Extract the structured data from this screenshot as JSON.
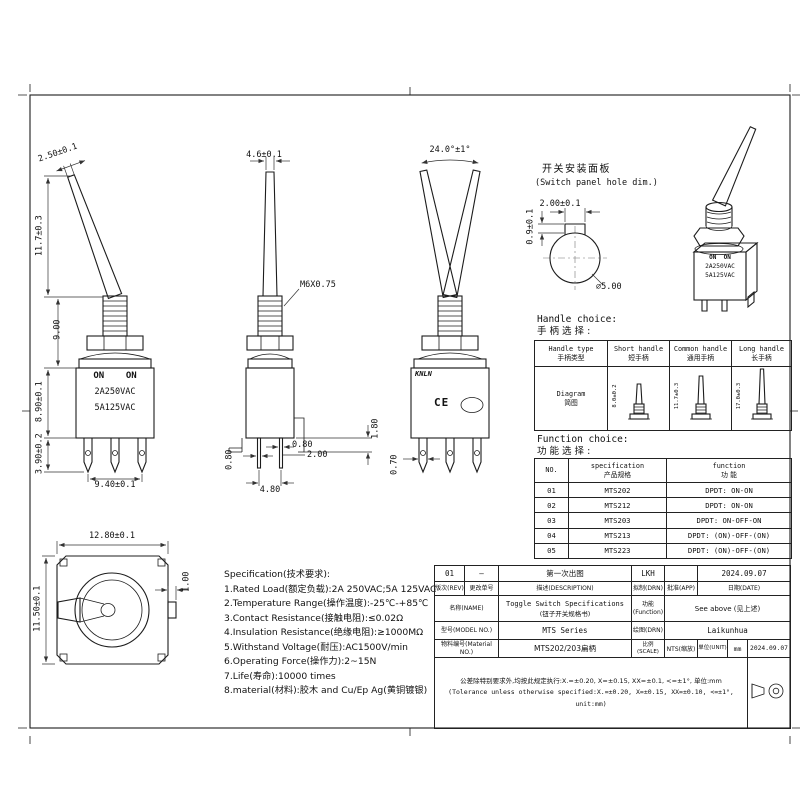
{
  "front_view": {
    "on_on": "ON    ON",
    "rating1": "2A250VAC",
    "rating2": "5A125VAC",
    "dim_handle_width": "2.50±0.1",
    "dim_handle_length": "11.7±0.3",
    "dim_bushing": "9.00",
    "dim_body": "8.90±0.1",
    "dim_pin_length": "3.90±0.2",
    "dim_pin_span": "9.40±0.1"
  },
  "side_view": {
    "dim_handle_thickness": "4.6±0.1",
    "thread_spec": "M6X0.75",
    "dim_pin_a": "0.80",
    "dim_pin_b": "0.80",
    "dim_pin_gap": "2.00",
    "dim_pin_span": "4.80",
    "dim_lug": "1.80"
  },
  "swing_view": {
    "dim_angle": "24.0°±1°",
    "dim_pin": "0.70",
    "brand": "KNLN",
    "ce_mark": "CE"
  },
  "panel_view": {
    "title_cn": "开关安装面板",
    "title_en": "(Switch panel hole dim.)",
    "dim_key_width": "2.00±0.1",
    "dim_key_depth": "0.9±0.1",
    "dim_hole": "⌀5.00"
  },
  "iso_view": {
    "on_on": "ON  ON",
    "rating1": "2A250VAC",
    "rating2": "5A125VAC"
  },
  "top_view": {
    "dim_width": "12.80±0.1",
    "dim_height": "11.50±0.1",
    "dim_tab": "1.00"
  },
  "handle_table": {
    "title_en": "Handle choice:",
    "title_cn": "手 柄 选 择 :",
    "col0_en": "Handle type",
    "col0_cn": "手柄类型",
    "col1_en": "Short handle",
    "col1_cn": "短手柄",
    "col2_en": "Common handle",
    "col2_cn": "通用手柄",
    "col3_en": "Long handle",
    "col3_cn": "长手柄",
    "row_en": "Diagram",
    "row_cn": "简图",
    "dim_short": "8.0±0.2",
    "dim_common": "11.7±0.3",
    "dim_long": "17.0±0.3"
  },
  "function_table": {
    "title_en": "Function choice:",
    "title_cn": "功 能 选 择 :",
    "h_no": "NO.",
    "h_spec_en": "specification",
    "h_spec_cn": "产品规格",
    "h_fn_en": "function",
    "h_fn_cn": "功  能",
    "rows": [
      {
        "no": "01",
        "spec": "MTS202",
        "fn": "DPDT: ON-ON"
      },
      {
        "no": "02",
        "spec": "MTS212",
        "fn": "DPDT: ON-ON"
      },
      {
        "no": "03",
        "spec": "MTS203",
        "fn": "DPDT: ON-OFF-ON"
      },
      {
        "no": "04",
        "spec": "MTS213",
        "fn": "DPDT: (ON)-OFF-(ON)"
      },
      {
        "no": "05",
        "spec": "MTS223",
        "fn": "DPDT: (ON)-OFF-(ON)"
      }
    ]
  },
  "specification": {
    "lines": [
      "Specification(技术要求):",
      "1.Rated Load(额定负载):2A 250VAC;5A 125VAC",
      "2.Temperature Range(操作温度):-25℃-+85℃",
      "3.Contact Resistance(接触电阻):≤0.02Ω",
      "4.Insulation Resistance(绝缘电阻):≥1000MΩ",
      "5.Withstand Voltage(耐压):AC1500V/min",
      "6.Operating Force(操作力):2~15N",
      "7.Life(寿命):10000 times",
      "8.material(材料):胶木 and Cu/Ep Ag(黄铜镀银)"
    ]
  },
  "title_block": {
    "rev": "01",
    "change_no": "—",
    "description": "第一次出图",
    "drn_name": "LKH",
    "app_name": "",
    "rev_date": "2024.09.07",
    "h_rev": "版次(REV)",
    "h_change": "更改单号",
    "h_desc": "描述(DESCRIPTION)",
    "h_drn": "拟制(DRN)",
    "h_app": "批准(APP)",
    "h_date": "日期(DATE)",
    "name_label": "名称(NAME)",
    "name_en": "Toggle Switch Specifications",
    "name_cn": "(钮子开关规格书)",
    "fn_label": "功能(Function)",
    "fn_value": "See above (见上述)",
    "model_label": "型号(MODEL NO.)",
    "model_value": "MTS Series",
    "draw_label": "绘图(DRN)",
    "draw_value": "Laikunhua",
    "material_label": "物料编号(Material NO.)",
    "material_value": "MTS202/203扁柄",
    "scale_label": "比例(SCALE)",
    "scale_value": "NTS(缩放)",
    "unit_label": "单位(UNIT)",
    "unit_value": "mm",
    "date_value": "2024.09.07",
    "tol_cn": "公差除特别要求外,均按此规定执行:X.=±0.20, X=±0.15, XX=±0.1, <=±1°, 单位:mm",
    "tol_en": "(Tolerance unless otherwise specified:X.=±0.20, X=±0.15, XX=±0.10, <=±1°, unit:mm)"
  }
}
